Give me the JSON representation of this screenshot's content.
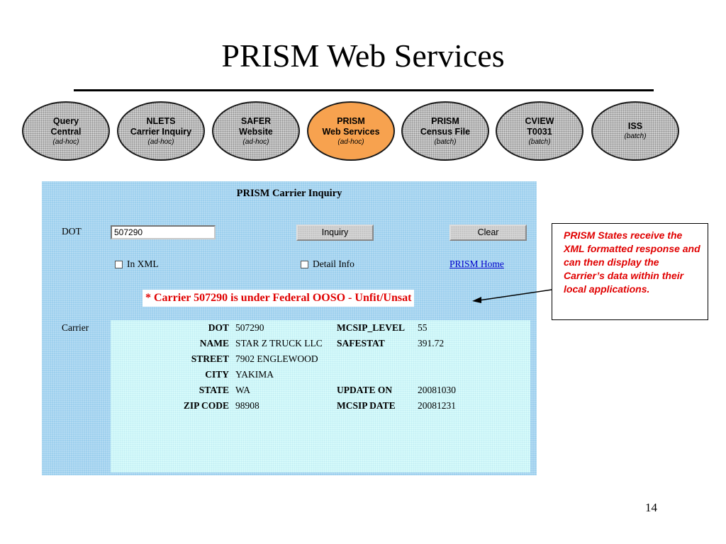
{
  "slide": {
    "title": "PRISM Web Services",
    "page_number": "14"
  },
  "ovals": [
    {
      "line1": "Query",
      "line2": "Central",
      "sub": "(ad-hoc)",
      "active": false
    },
    {
      "line1": "NLETS",
      "line2": "Carrier Inquiry",
      "sub": "(ad-hoc)",
      "active": false
    },
    {
      "line1": "SAFER",
      "line2": "Website",
      "sub": "(ad-hoc)",
      "active": false
    },
    {
      "line1": "PRISM",
      "line2": "Web Services",
      "sub": "(ad-hoc)",
      "active": true
    },
    {
      "line1": "PRISM",
      "line2": "Census File",
      "sub": "(batch)",
      "active": false
    },
    {
      "line1": "CVIEW",
      "line2": "T0031",
      "sub": "(batch)",
      "active": false
    },
    {
      "line1": "ISS",
      "line2": "",
      "sub": "(batch)",
      "active": false
    }
  ],
  "form": {
    "heading": "PRISM Carrier Inquiry",
    "dot_label": "DOT",
    "dot_value": "507290",
    "inquiry_button": "Inquiry",
    "clear_button": "Clear",
    "in_xml_label": "In XML",
    "detail_info_label": "Detail Info",
    "home_link": "PRISM Home",
    "warning": "* Carrier 507290 is under Federal OOSO - Unfit/Unsat",
    "carrier_label": "Carrier"
  },
  "carrier": {
    "dot_key": "DOT",
    "dot": "507290",
    "name_key": "NAME",
    "name": "STAR Z TRUCK LLC",
    "street_key": "STREET",
    "street": "7902 ENGLEWOOD",
    "city_key": "CITY",
    "city": "YAKIMA",
    "state_key": "STATE",
    "state": "WA",
    "zip_key": "ZIP CODE",
    "zip": "98908",
    "mcsip_level_key": "MCSIP_LEVEL",
    "mcsip_level": "55",
    "safestat_key": "SAFESTAT",
    "safestat": "391.72",
    "update_on_key": "UPDATE ON",
    "update_on": "20081030",
    "mcsip_date_key": "MCSIP DATE",
    "mcsip_date": "20081231"
  },
  "callout": {
    "text": "PRISM States receive the XML formatted response and can then display the Carrier’s data within their local applications."
  },
  "colors": {
    "active_oval": "#f7a24f",
    "panel_bg": "#9ccfee",
    "carrier_bg": "#d7fbfb",
    "warning_text": "#e00000",
    "callout_text": "#e00000"
  }
}
